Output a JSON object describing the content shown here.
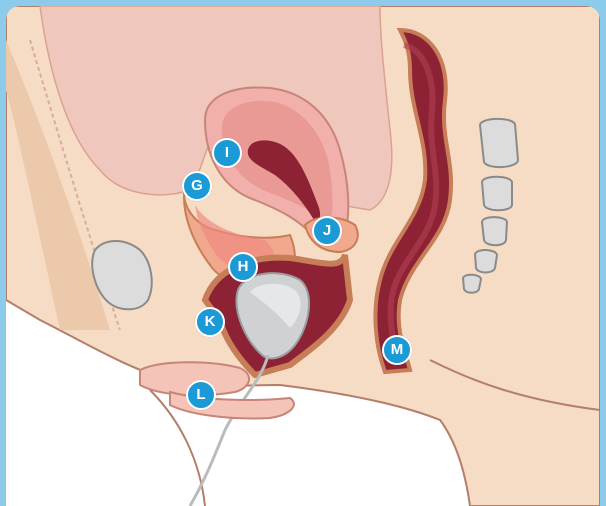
{
  "labels": {
    "g": "G",
    "h": "H",
    "i": "I",
    "j": "J",
    "k": "K",
    "l": "L",
    "m": "M"
  },
  "colors": {
    "frame": "#8ccbe9",
    "skin": "#f6dcc5",
    "skin_dark": "#e9c2a3",
    "outline": "#b37e6b",
    "tissue_pink": "#f3b5b2",
    "muscle": "#e99a95",
    "bladder_wall": "#e8a77d",
    "rectum_dark": "#8e2235",
    "rectum_wall": "#b14052",
    "bone": "#dcdcdc",
    "cup": "#c9cbcd",
    "marker": "#1b9ad6"
  }
}
